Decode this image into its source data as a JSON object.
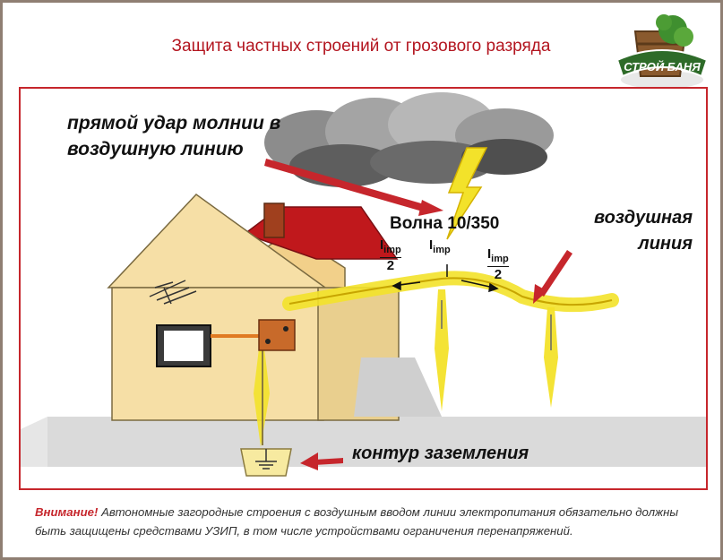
{
  "title": "Защита частных строений от грозового разряда",
  "logo": {
    "text": "СТРОЙ БАНЯ",
    "icon": "sauna-bucket-logo"
  },
  "labels": {
    "strike_line1": "прямой удар молнии в",
    "strike_line2": "воздушную линию",
    "wave": "Волна 10/350",
    "overhead_line1": "воздушная",
    "overhead_line2": "линия",
    "ground": "контур заземления"
  },
  "impulse": {
    "symbol": "I",
    "subscript": "imp",
    "divisor": "2"
  },
  "note": {
    "warning": "Внимание!",
    "text": "Автономные загородные строения с воздушным вводом линии электропитания обязательно должны быть защищены средствами УЗИП, в том числе устройствами ограничения перенапряжений."
  },
  "colors": {
    "title": "#b3151f",
    "frame": "#c6262c",
    "house_wall": "#f6dfa6",
    "roof": "#c0181c",
    "lightning": "#f3e22a",
    "ground": "#dadada",
    "arrow": "#c6262c"
  }
}
